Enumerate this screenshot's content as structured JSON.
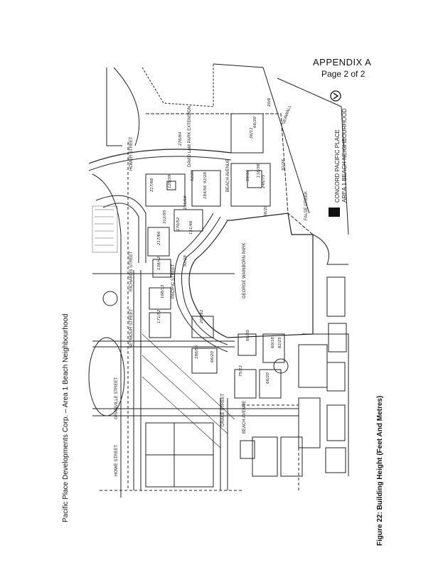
{
  "header": {
    "appendix": "APPENDIX  A",
    "page": "Page 2 of 2"
  },
  "running_header": "Pacific Place Developments Corp. – Area 1 Beach Neighbourhood",
  "caption": "Figure 22:  Building Height (Feet And Metres)",
  "title_block": {
    "line1": "CONCORD PACIFIC PLACE",
    "line2": "AREA 1 BEACH NEIGHBOURHOOD"
  },
  "north_arrow_icon": "north-arrow-icon",
  "map_labels": {
    "park": "GEORGE WAINBORN PARK",
    "false_creek": "FALSE CREEK",
    "beach_avenue_1": "BEACH AVENUE",
    "beach_avenue_2": "BEACH AVENUE",
    "seawall": "SEAWALL",
    "street_1": "HOMER STREET",
    "street_2": "RICHARDS STREET",
    "street_3": "SEYMOUR STREET",
    "street_4": "GRANVILLE STREET",
    "street_5": "HOWE STREET",
    "street_6": "DRAKE STREET",
    "street_7": "PACIFIC STREET",
    "david_lam": "DAVID LAM PARK EXTENSION"
  },
  "heights": [
    "276/84",
    "92/28",
    "92/28",
    "184/56",
    "211/64",
    "128/39",
    "217/66",
    "312/95",
    "170/52",
    "151/46",
    "217/66",
    "138/42",
    "92/28",
    "108/33",
    "171/52",
    "205/62",
    "180/55",
    "66/20",
    "66/20",
    "60/18",
    "75/23",
    "66/20",
    "82/25",
    "66/20",
    "36/11",
    "59/18",
    "118/36",
    "246/75",
    "92/28",
    "20/6",
    "66/20"
  ]
}
